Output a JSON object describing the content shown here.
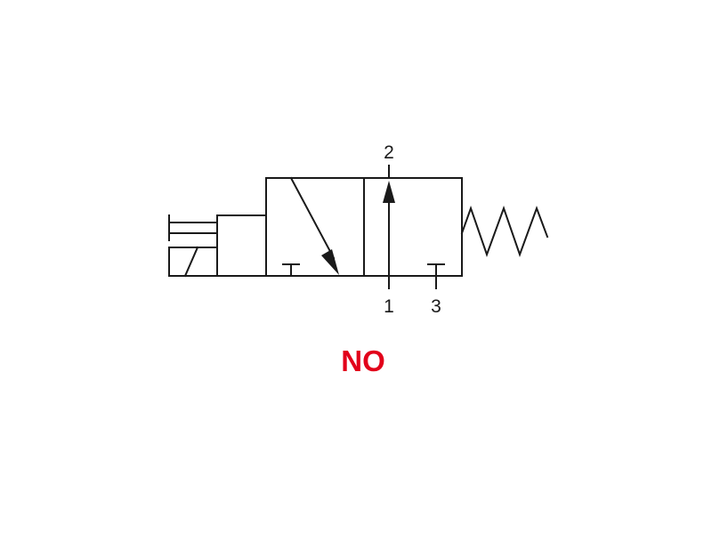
{
  "ports": {
    "port_2": "2",
    "port_1": "1",
    "port_3": "3"
  },
  "state_label": "NO",
  "colors": {
    "line": "#1a1a1a",
    "state_label": "#e2001a"
  },
  "symbol": {
    "actuator": "solenoid-with-manual-override",
    "return": "spring",
    "positions": 2,
    "ways": 3
  }
}
